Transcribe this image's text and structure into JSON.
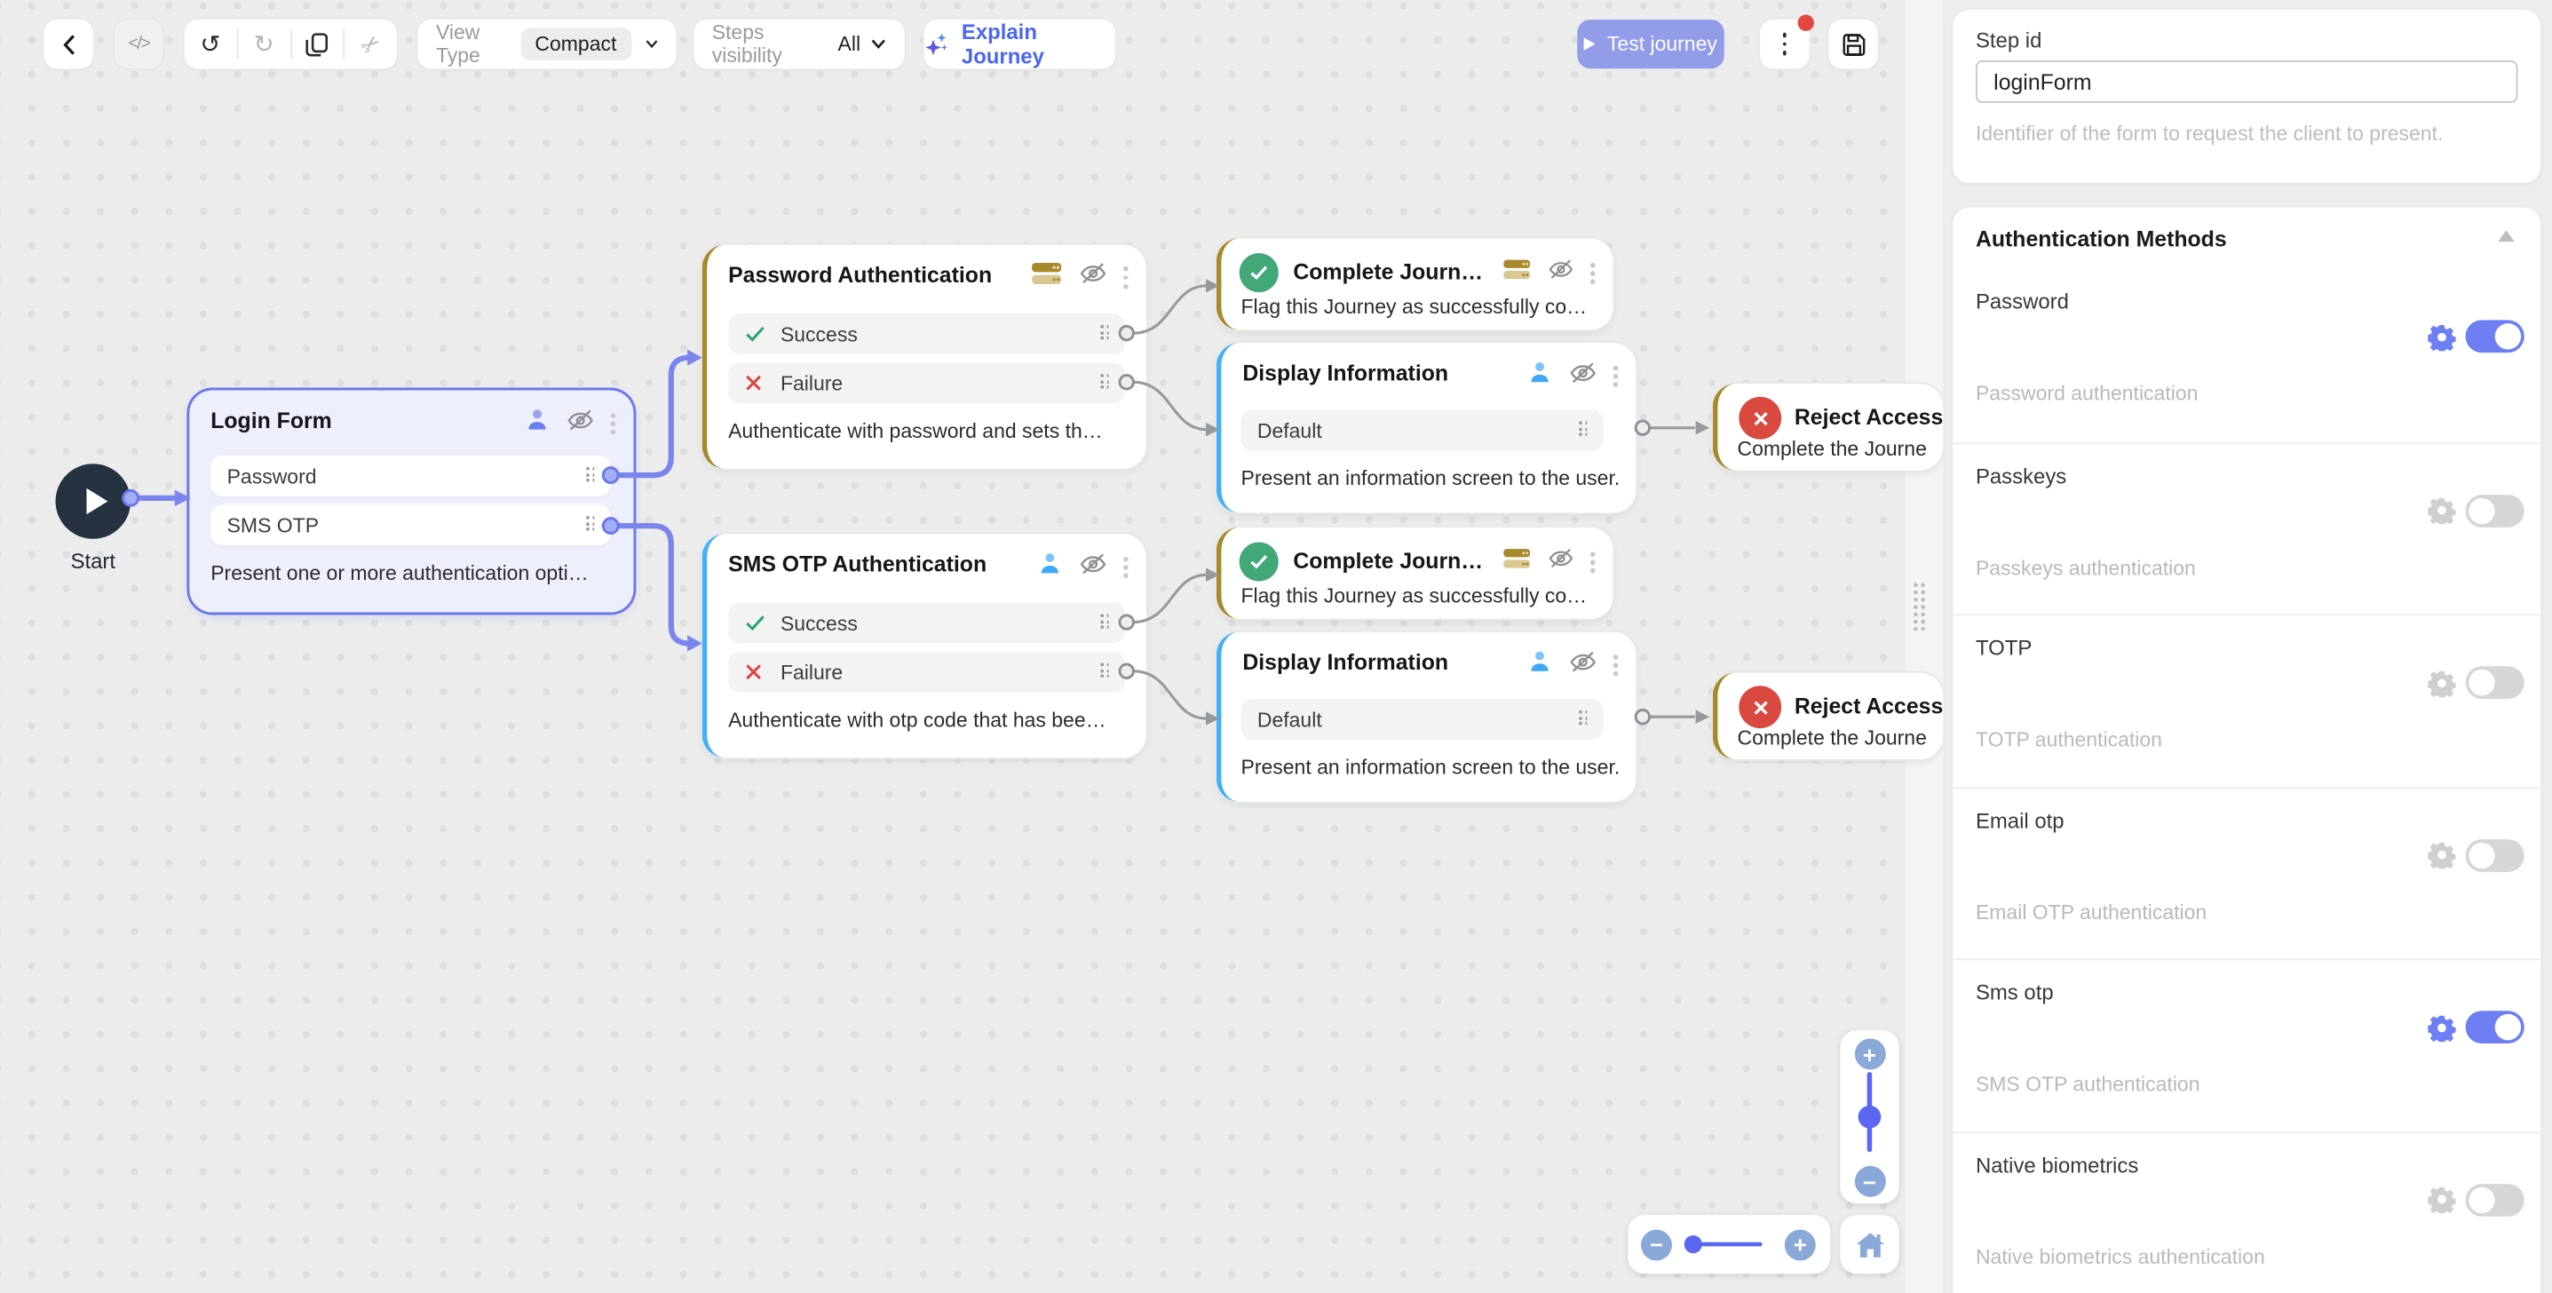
{
  "colors": {
    "accent_purple": "#6b78ea",
    "edge_purple": "#7b85ee",
    "edge_gray": "#97999c",
    "gold": "#a8892b",
    "light_blue": "#45b0f6",
    "green": "#43a878",
    "red": "#d9493f",
    "toggle_on": "#6e7ff3",
    "zoom_blue": "#8aa9d9"
  },
  "toolbar": {
    "view_type_label": "View Type",
    "view_type_value": "Compact",
    "steps_visibility_label": "Steps visibility",
    "steps_visibility_value": "All",
    "explain_label": "Explain Journey",
    "test_label": "Test journey"
  },
  "canvas": {
    "start_label": "Start",
    "login_form": {
      "title": "Login Form",
      "rows": [
        "Password",
        "SMS OTP"
      ],
      "desc": "Present one or more authentication opti…"
    },
    "password_auth": {
      "title": "Password Authentication",
      "success": "Success",
      "failure": "Failure",
      "desc": "Authenticate with password and sets th…"
    },
    "sms_auth": {
      "title": "SMS OTP Authentication",
      "success": "Success",
      "failure": "Failure",
      "desc": "Authenticate with otp code that has bee…"
    },
    "complete_journey": {
      "title": "Complete Journ…",
      "desc": "Flag this Journey as successfully co…"
    },
    "display_info": {
      "title": "Display Information",
      "row": "Default",
      "desc": "Present an information screen to the user."
    },
    "reject_access": {
      "title": "Reject Access",
      "desc": "Complete the Journe"
    }
  },
  "panel": {
    "step_id": {
      "label": "Step id",
      "value": "loginForm",
      "help": "Identifier of the form to request the client to present."
    },
    "auth_section_title": "Authentication Methods",
    "methods": [
      {
        "label": "Password",
        "desc": "Password authentication",
        "enabled": true
      },
      {
        "label": "Passkeys",
        "desc": "Passkeys authentication",
        "enabled": false
      },
      {
        "label": "TOTP",
        "desc": "TOTP authentication",
        "enabled": false
      },
      {
        "label": "Email otp",
        "desc": "Email OTP authentication",
        "enabled": false
      },
      {
        "label": "Sms otp",
        "desc": "SMS OTP authentication",
        "enabled": true
      },
      {
        "label": "Native biometrics",
        "desc": "Native biometrics authentication",
        "enabled": false
      }
    ]
  }
}
